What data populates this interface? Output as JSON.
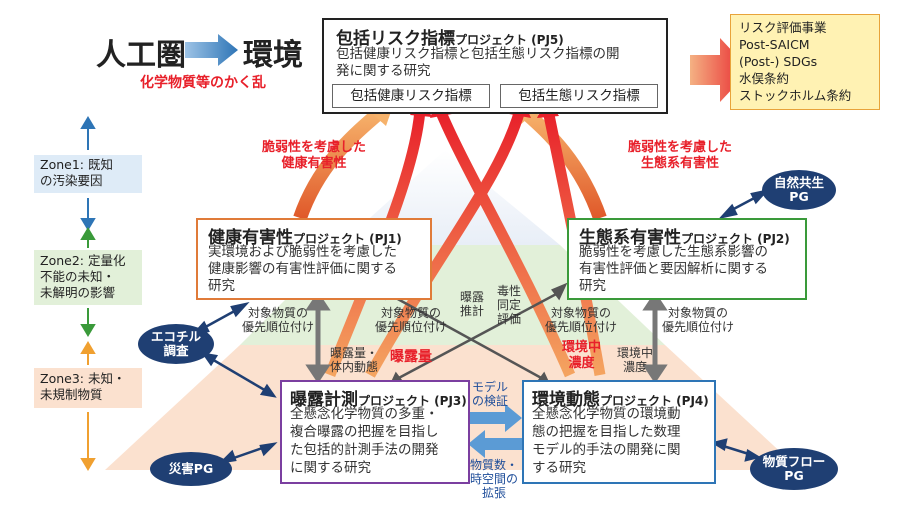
{
  "top": {
    "anthroposphere": "人工圏",
    "environment": "環境",
    "disturbance": "化学物質等のかく乱"
  },
  "pj5": {
    "title": "包括リスク指標",
    "title_suffix": "プロジェクト (PJ5)",
    "desc_line1": "包括健康リスク指標と包括生態リスク指標の開",
    "desc_line2": "発に関する研究",
    "sub_health": "包括健康リスク指標",
    "sub_eco": "包括生態リスク指標"
  },
  "policy": {
    "line1": "リスク評価事業",
    "line2": "Post-SAICM",
    "line3": "(Post-) SDGs",
    "line4": "水俣条約",
    "line5": "ストックホルム条約"
  },
  "zones": {
    "zone1_line1": "Zone1: 既知",
    "zone1_line2": "の汚染要因",
    "zone2_line1": "Zone2: 定量化",
    "zone2_line2": "不能の未知・",
    "zone2_line3": "未解明の影響",
    "zone3_line1": "Zone3: 未知・",
    "zone3_line2": "未規制物質"
  },
  "vulnerable_health": {
    "line1": "脆弱性を考慮した",
    "line2": "健康有害性"
  },
  "vulnerable_eco": {
    "line1": "脆弱性を考慮した",
    "line2": "生態系有害性"
  },
  "pj1": {
    "title": "健康有害性",
    "title_suffix": "プロジェクト (PJ1)",
    "desc_line1": "実環境および脆弱性を考慮した",
    "desc_line2": "健康影響の有害性評価に関する",
    "desc_line3": "研究"
  },
  "pj2": {
    "title": "生態系有害性",
    "title_suffix": "プロジェクト (PJ2)",
    "desc_line1": "脆弱性を考慮した生態系影響の",
    "desc_line2": "有害性評価と要因解析に関する",
    "desc_line3": "研究"
  },
  "pj3": {
    "title": "曝露計測",
    "title_suffix": "プロジェクト (PJ3)",
    "desc_line1": "全懸念化学物質の多重・",
    "desc_line2": "複合曝露の把握を目指し",
    "desc_line3": "た包括的計測手法の開発",
    "desc_line4": "に関する研究"
  },
  "pj4": {
    "title": "環境動態",
    "title_suffix": "プロジェクト (PJ4)",
    "desc_line1": "全懸念化学物質の環境動",
    "desc_line2": "態の把握を目指した数理",
    "desc_line3": "モデル的手法の開発に関",
    "desc_line4": "する研究"
  },
  "ellipses": {
    "nature": {
      "line1": "自然共生",
      "line2": "PG"
    },
    "ecochild": {
      "line1": "エコチル",
      "line2": "調査"
    },
    "disaster": {
      "line1": "災害PG"
    },
    "flow": {
      "line1": "物質フロー",
      "line2": "PG"
    }
  },
  "labels": {
    "priority_left_1": "対象物質の",
    "priority_left_2": "優先順位付け",
    "priority_center_1": "対象物質の",
    "priority_center_2": "優先順位付け",
    "priority_centerR_1": "対象物質の",
    "priority_centerR_2": "優先順位付け",
    "priority_right_1": "対象物質の",
    "priority_right_2": "優先順位付け",
    "exposure_est_1": "曝露",
    "exposure_est_2": "推計",
    "toxic_1": "毒性",
    "toxic_2": "同定",
    "toxic_3": "評価",
    "exposure_body_1": "曝露量・",
    "exposure_body_2": "体内動態",
    "exposure_amount": "曝露量",
    "env_conc_1": "環境中",
    "env_conc_2": "濃度",
    "env_conc_small_1": "環境中",
    "env_conc_small_2": "濃度",
    "model_verify_1": "モデル",
    "model_verify_2": "の検証",
    "substance_1": "物質数・",
    "substance_2": "時空間の",
    "substance_3": "拡張"
  },
  "colors": {
    "pj1_border": "#e07b39",
    "pj2_border": "#3a9a3a",
    "pj3_border": "#7b3fa0",
    "pj4_border": "#2e75b6",
    "zone3_bg": "#fbe1cf",
    "zone2_bg": "#e2f0d9",
    "zone1_bg": "#deebf7",
    "accent_red": "#e8202a",
    "policy_bg": "#fff2b3",
    "ellipse_bg": "#1f3f73"
  }
}
